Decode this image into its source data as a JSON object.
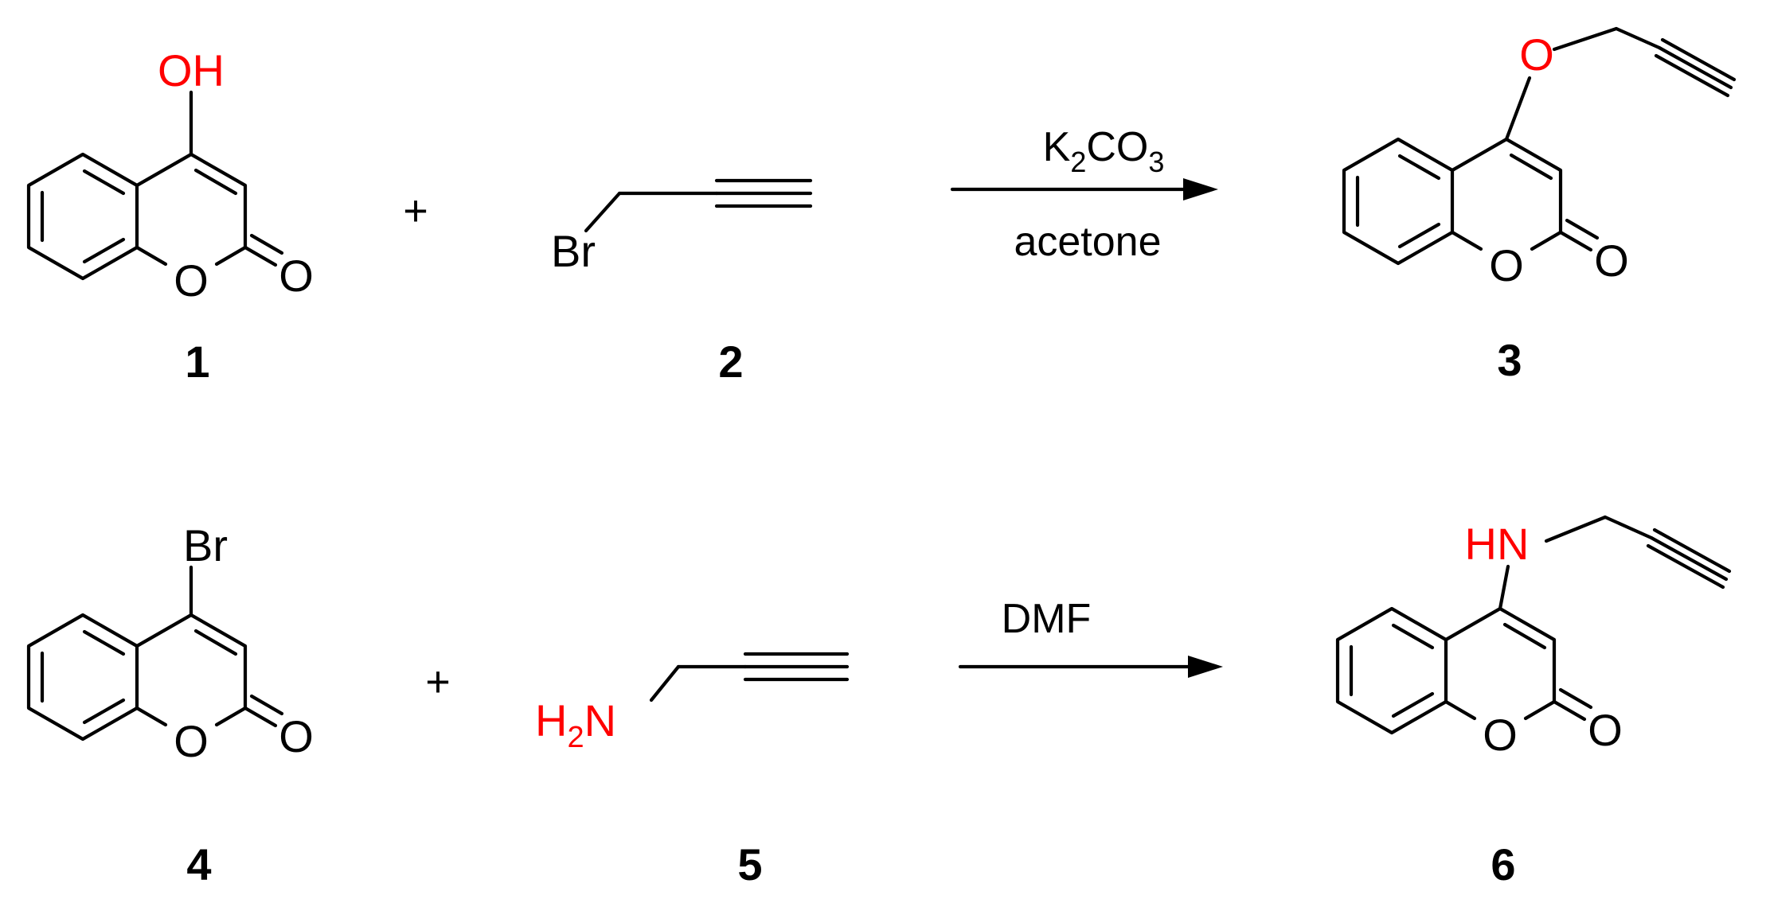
{
  "colors": {
    "bond": "#000000",
    "heteroatom": "#ff0000",
    "text": "#000000"
  },
  "reaction1": {
    "reactant1": {
      "number": "1",
      "substituent": "OH",
      "ring_oxygen": "O",
      "carbonyl_oxygen": "O"
    },
    "plus": "+",
    "reactant2": {
      "number": "2",
      "halide": "Br"
    },
    "reagent": "K",
    "reagent_sub1": "2",
    "reagent_mid": "CO",
    "reagent_sub2": "3",
    "solvent": "acetone",
    "product": {
      "number": "3",
      "linker": "O",
      "ring_oxygen": "O",
      "carbonyl_oxygen": "O"
    }
  },
  "reaction2": {
    "reactant1": {
      "number": "4",
      "substituent": "Br",
      "ring_oxygen": "O",
      "carbonyl_oxygen": "O"
    },
    "plus": "+",
    "reactant2": {
      "number": "5",
      "amine_h": "H",
      "amine_sub": "2",
      "amine_n": "N"
    },
    "solvent": "DMF",
    "product": {
      "number": "6",
      "linker": "HN",
      "ring_oxygen": "O",
      "carbonyl_oxygen": "O"
    }
  }
}
